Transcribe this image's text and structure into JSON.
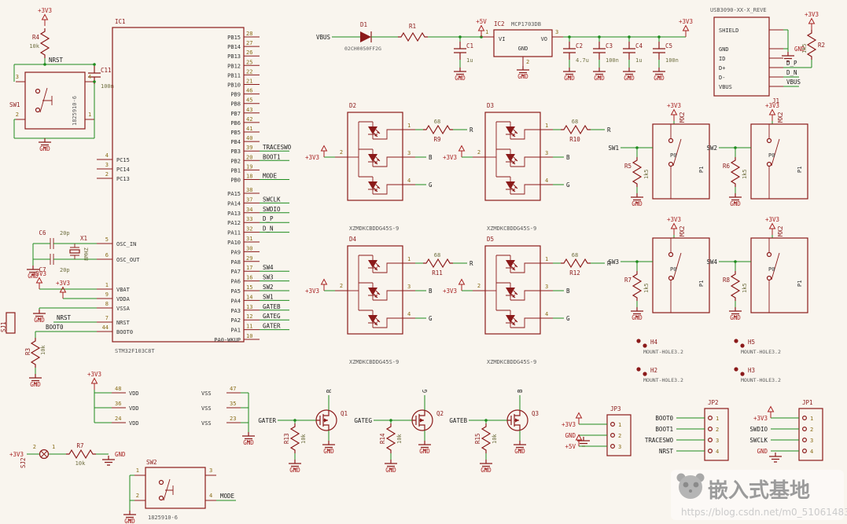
{
  "watermark": {
    "brand": "嵌入式基地",
    "url": "https://blog.csdn.net/m0_51061483"
  },
  "power": {
    "v33": "+3V3",
    "v5": "+5V",
    "gnd": "GND",
    "vbus": "VBUS"
  },
  "reset": {
    "r_ref": "R4",
    "r_val": "10k",
    "net": "NRST",
    "sw_ref": "SW1",
    "sw_part": "1825910-6",
    "cap_ref": "C11",
    "cap_val": "100n",
    "pin3": "3",
    "pin4": "4",
    "pin2": "2",
    "pin1": "1"
  },
  "usb_power": {
    "net_in": "VBUS",
    "diode": {
      "ref": "D1",
      "part": "02CH0050FF2G"
    },
    "r1": "R1",
    "c1": {
      "ref": "C1",
      "val": "1u"
    },
    "reg": {
      "ref": "IC2",
      "part": "MCP1703DB",
      "vi": "VI",
      "vo": "VO",
      "gnd": "GND",
      "p1": "1",
      "p3": "3",
      "p2": "2"
    },
    "caps": [
      {
        "ref": "C2",
        "val": "4.7u"
      },
      {
        "ref": "C3",
        "val": "100n"
      },
      {
        "ref": "C4",
        "val": "1u"
      },
      {
        "ref": "C5",
        "val": "100n"
      }
    ]
  },
  "usb": {
    "part": "USB3090-XX-X_REVE",
    "ref": "J1",
    "pins": [
      "SHIELD",
      "GND",
      "ID",
      "D+",
      "D-",
      "VBUS"
    ],
    "net_gnd": "GND",
    "net_dp": "D_P",
    "net_dn": "D_N",
    "net_vbus": "VBUS",
    "r2": {
      "ref": "R2",
      "val": "1k5"
    }
  },
  "mcu": {
    "ref": "IC1",
    "part": "STM32F103C8T",
    "pc_pins": [
      {
        "num": "4",
        "name": "PC15"
      },
      {
        "num": "3",
        "name": "PC14"
      },
      {
        "num": "2",
        "name": "PC13"
      }
    ],
    "osc_in": {
      "num": "5",
      "name": "OSC_IN"
    },
    "osc_out": {
      "num": "6",
      "name": "OSC_OUT"
    },
    "vbat": {
      "num": "1",
      "name": "VBAT"
    },
    "vdda": {
      "num": "9",
      "name": "VDDA"
    },
    "vssa": {
      "num": "8",
      "name": "VSSA"
    },
    "nrst": {
      "num": "7",
      "name": "NRST",
      "net": "NRST"
    },
    "boot0": {
      "num": "44",
      "name": "BOOT0",
      "net": "BOOT0"
    },
    "pb_pins": [
      {
        "num": "28",
        "name": "PB15"
      },
      {
        "num": "27",
        "name": "PB14"
      },
      {
        "num": "26",
        "name": "PB13"
      },
      {
        "num": "25",
        "name": "PB12"
      },
      {
        "num": "22",
        "name": "PB11"
      },
      {
        "num": "21",
        "name": "PB10"
      },
      {
        "num": "46",
        "name": "PB9"
      },
      {
        "num": "45",
        "name": "PB8"
      },
      {
        "num": "43",
        "name": "PB7"
      },
      {
        "num": "42",
        "name": "PB6"
      },
      {
        "num": "41",
        "name": "PB5"
      },
      {
        "num": "40",
        "name": "PB4"
      },
      {
        "num": "39",
        "name": "PB3",
        "net": "TRACESWO"
      },
      {
        "num": "20",
        "name": "PB2",
        "net": "BOOT1"
      },
      {
        "num": "19",
        "name": "PB1"
      },
      {
        "num": "18",
        "name": "PB0",
        "net": "MODE"
      }
    ],
    "pa_pins": [
      {
        "num": "38",
        "name": "PA15"
      },
      {
        "num": "37",
        "name": "PA14",
        "net": "SWCLK"
      },
      {
        "num": "34",
        "name": "PA13",
        "net": "SWDIO"
      },
      {
        "num": "33",
        "name": "PA12",
        "net": "D_P"
      },
      {
        "num": "32",
        "name": "PA11",
        "net": "D_N"
      },
      {
        "num": "31",
        "name": "PA10"
      },
      {
        "num": "30",
        "name": "PA9"
      },
      {
        "num": "29",
        "name": "PA8"
      },
      {
        "num": "17",
        "name": "PA7",
        "net": "SW4"
      },
      {
        "num": "16",
        "name": "PA6",
        "net": "SW3"
      },
      {
        "num": "15",
        "name": "PA5",
        "net": "SW2"
      },
      {
        "num": "14",
        "name": "PA4",
        "net": "SW1"
      },
      {
        "num": "13",
        "name": "PA3",
        "net": "GATEB"
      },
      {
        "num": "12",
        "name": "PA2",
        "net": "GATEG"
      },
      {
        "num": "11",
        "name": "PA1",
        "net": "GATER"
      },
      {
        "num": "10",
        "name": "PA0-WKUP"
      }
    ]
  },
  "osc": {
    "x_ref": "X1",
    "x_val": "8MHZ",
    "c6": {
      "ref": "C6",
      "val": "20p"
    },
    "c7": {
      "ref": "C7",
      "val": "20p"
    }
  },
  "boot": {
    "sj1": "SJ1",
    "r3_ref": "R3",
    "r3_val": "10k",
    "sj2": "SJ2",
    "r7_ref": "R7",
    "r7_val": "10k",
    "pin2": "2",
    "pin1": "1"
  },
  "leds": {
    "part": "XZMDKCBDDG45S-9",
    "pin1": "1",
    "pin2": "2",
    "pin3": "3",
    "pin4": "4",
    "ch_r": "R",
    "ch_b": "B",
    "ch_g": "G",
    "r_val": "68",
    "modules": [
      {
        "ref": "D2",
        "r_ref": "R9"
      },
      {
        "ref": "D3",
        "r_ref": "R10"
      },
      {
        "ref": "D4",
        "r_ref": "R11"
      },
      {
        "ref": "D5",
        "r_ref": "R12"
      }
    ]
  },
  "keys": {
    "part": "MX2",
    "p0": "P0",
    "p1": "P1",
    "r_val": "1k5",
    "units": [
      {
        "net": "SW1",
        "r_ref": "R5"
      },
      {
        "net": "SW2",
        "r_ref": "R6"
      },
      {
        "net": "SW3",
        "r_ref": "R7"
      },
      {
        "net": "SW4",
        "r_ref": "R8"
      }
    ]
  },
  "holes": {
    "part": "MOUNT-HOLE3.2",
    "items": [
      "H4",
      "H5",
      "H2",
      "H3"
    ]
  },
  "fets": {
    "r_val": "10k",
    "units": [
      {
        "ref": "Q1",
        "gate": "GATER",
        "r_ref": "R13",
        "drain": "R"
      },
      {
        "ref": "Q2",
        "gate": "GATEG",
        "r_ref": "R14",
        "drain": "G"
      },
      {
        "ref": "Q3",
        "gate": "GATEB",
        "r_ref": "R15",
        "drain": "B"
      }
    ]
  },
  "vdd": {
    "name": "VDD",
    "nums": [
      "48",
      "36",
      "24"
    ]
  },
  "vss": {
    "name": "VSS",
    "nums": [
      "47",
      "35",
      "23"
    ]
  },
  "mode_sw": {
    "ref": "SW2",
    "part": "1825910-6",
    "net": "MODE",
    "pin1": "1",
    "pin3": "3",
    "pin2": "2",
    "pin4": "4"
  },
  "jp3": {
    "ref": "JP3",
    "pins": [
      "1",
      "2",
      "3"
    ],
    "nets": [
      "+3V3",
      "GND",
      "+5V"
    ]
  },
  "jp2": {
    "ref": "JP2",
    "pins": [
      "1",
      "2",
      "3",
      "4"
    ],
    "nets": [
      "BOOT0",
      "BOOT1",
      "TRACESWO",
      "NRST"
    ]
  },
  "jp1": {
    "ref": "JP1",
    "pins": [
      "1",
      "2",
      "3",
      "4"
    ],
    "nets": [
      "+3V3",
      "SWDIO",
      "SWCLK",
      "GND"
    ]
  }
}
